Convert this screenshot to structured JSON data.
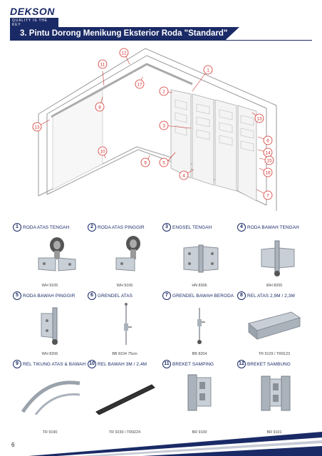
{
  "brand": {
    "name": "DEKSON",
    "tagline": "QUALITY IS THE KEY"
  },
  "page_title": "3. Pintu Dorong Menikung Eksterior Roda \"Standard\"",
  "diagram_callouts": [
    "1",
    "2",
    "3",
    "4",
    "5",
    "6",
    "7",
    "8",
    "9",
    "10",
    "11",
    "12",
    "13",
    "14",
    "15",
    "16",
    "17"
  ],
  "parts": [
    {
      "num": "1",
      "name": "RODA ATAS TENGAH",
      "code": "WH 9105"
    },
    {
      "num": "2",
      "name": "RODA ATAS PINGGIR",
      "code": "WH 9106"
    },
    {
      "num": "3",
      "name": "ENGSEL TENGAH",
      "code": "HN 8306"
    },
    {
      "num": "4",
      "name": "RODA BAWAH TENGAH",
      "code": "WH 8205"
    },
    {
      "num": "5",
      "name": "RODA BAWAH PINGGIR",
      "code": "WH 8206"
    },
    {
      "num": "6",
      "name": "GRENDEL ATAS",
      "code": "BB 8104 75cm"
    },
    {
      "num": "7",
      "name": "GRENDEL BAWAH BERODA",
      "code": "BB 8204"
    },
    {
      "num": "8",
      "name": "REL ATAS 2,9M / 2,3M",
      "code": "TR 9129 / TR9123"
    },
    {
      "num": "9",
      "name": "REL TIKUNG ATAS & BAWAH",
      "code": "TR 9190"
    },
    {
      "num": "10",
      "name": "REL BAWAH 3M / 2,4M",
      "code": "TR 9230 / TR9224"
    },
    {
      "num": "11",
      "name": "BREKET SAMPING",
      "code": "BR 9100"
    },
    {
      "num": "12",
      "name": "BREKET SAMBUNG",
      "code": "BR 9101"
    }
  ],
  "page_number": "6",
  "colors": {
    "brand_navy": "#1a2a66",
    "callout_red": "#d0302a"
  }
}
